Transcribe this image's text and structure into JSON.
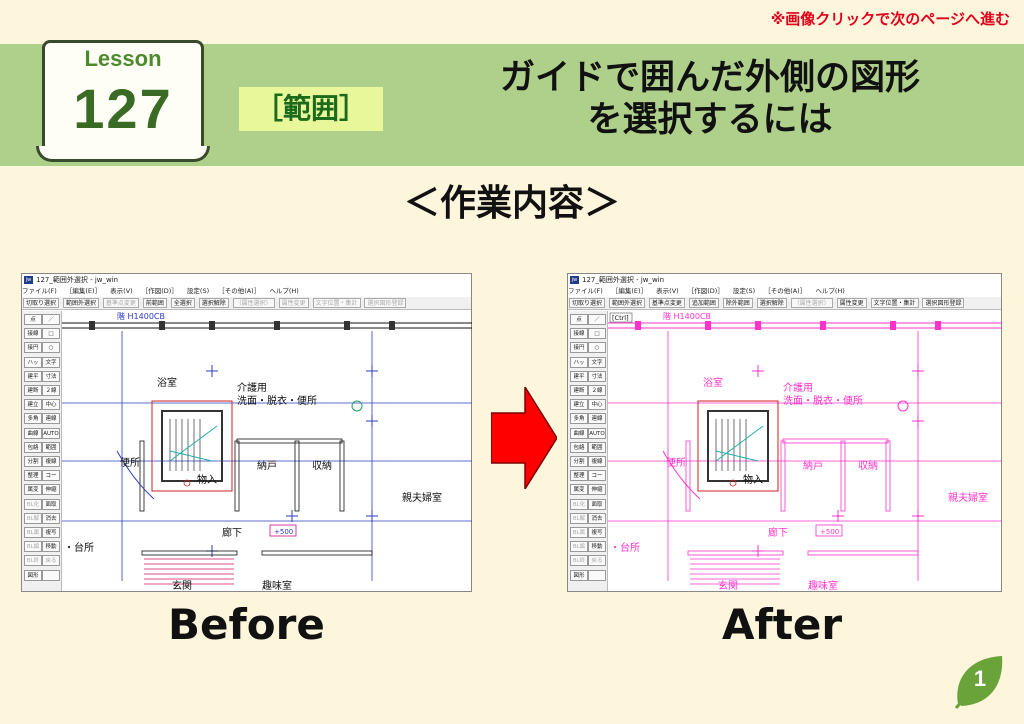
{
  "header": {
    "top_note": "※画像クリックで次のページへ進む",
    "lesson_label": "Lesson",
    "lesson_number": "127",
    "tag": "［範囲］",
    "title_line1": "ガイドで囲んだ外側の図形",
    "title_line2": "を選択するには",
    "subtitle": "＜作業内容＞"
  },
  "screens": {
    "app_title": "127_範囲外選択 - jw_win",
    "app_icon": "jw",
    "menu": [
      "ファイル(F)",
      "［編集(E)］",
      "表示(V)",
      "［作図(D)］",
      "設定(S)",
      "［その他(A)］",
      "ヘルプ(H)"
    ],
    "before_toolbar": [
      "切取り選択",
      "範囲外選択",
      "基準点変更",
      "前範囲",
      "全選択",
      "選択解除",
      "（属性選択）",
      "属性変更",
      "文字位置・集計",
      "選択図形登録"
    ],
    "after_toolbar": [
      "切取り選択",
      "範囲外選択",
      "基準点変更",
      "追加範囲",
      "除外範囲",
      "選択解除",
      "（属性選択）",
      "属性変更",
      "文字位置・集計",
      "選択図形登録"
    ],
    "left_tools": [
      "点",
      "／",
      "接線",
      "□",
      "接円",
      "○",
      "ハッチ",
      "文字",
      "建平",
      "寸法",
      "建断",
      "２線",
      "建立",
      "中心線",
      "多角形",
      "連線",
      "曲線",
      "AUTO",
      "包絡",
      "範囲",
      "分割",
      "複線",
      "整理",
      "コーナー",
      "属変",
      "伸縮",
      "BL化",
      "面取",
      "BL解",
      "消去",
      "BL属",
      "複写",
      "BL編",
      "移動",
      "BL終",
      "戻る",
      "図形",
      ""
    ],
    "after_ctrl_label": "[Ctrl]",
    "plan": {
      "stair_label": "階 H1400CB",
      "bath": "浴室",
      "care": "介護用",
      "wash": "洗面・脱衣・便所",
      "toilet": "便所",
      "closet": "納戸",
      "storage": "収納",
      "entry_text": "物入",
      "parents": "親夫婦室",
      "hall": "廊下",
      "level": "+500",
      "kitchen": "・台所",
      "foyer": "玄関",
      "hobby": "趣味室"
    }
  },
  "labels": {
    "before": "Before",
    "after": "After"
  },
  "page_number": "1",
  "colors": {
    "accent_red": "#e0001a",
    "band_green": "#afd08a",
    "tag_bg": "#e8f79a",
    "select_magenta": "#ff33cc",
    "wall_blue": "#2a3cc0",
    "arrow_red": "#ff0000",
    "leaf_green": "#6aa33a"
  },
  "icons": {
    "arrow": "right-arrow-icon",
    "leaf": "leaf-icon"
  }
}
